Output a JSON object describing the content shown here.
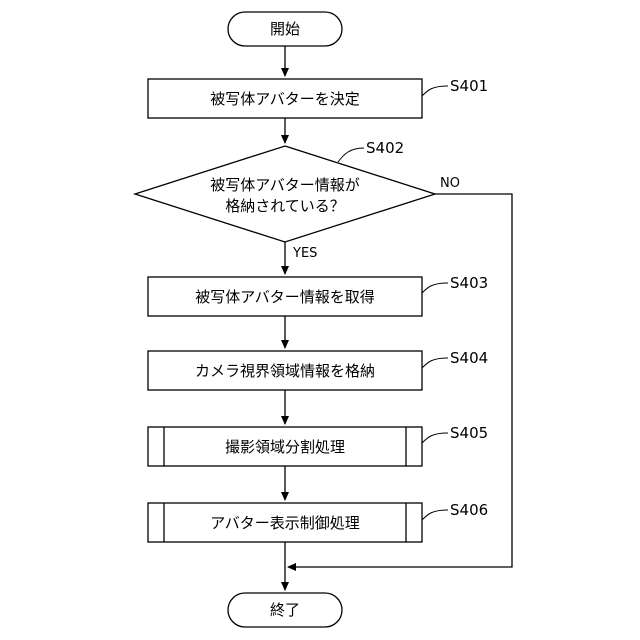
{
  "start": {
    "label": "開始"
  },
  "end": {
    "label": "終了"
  },
  "steps": [
    {
      "id": "S401",
      "label": "被写体アバターを決定"
    },
    {
      "id": "S402",
      "label_line1": "被写体アバター情報が",
      "label_line2": "格納されている？"
    },
    {
      "id": "S403",
      "label": "被写体アバター情報を取得"
    },
    {
      "id": "S404",
      "label": "カメラ視界領域情報を格納"
    },
    {
      "id": "S405",
      "label": "撮影領域分割処理"
    },
    {
      "id": "S406",
      "label": "アバター表示制御処理"
    }
  ],
  "branches": {
    "yes": "YES",
    "no": "NO"
  }
}
